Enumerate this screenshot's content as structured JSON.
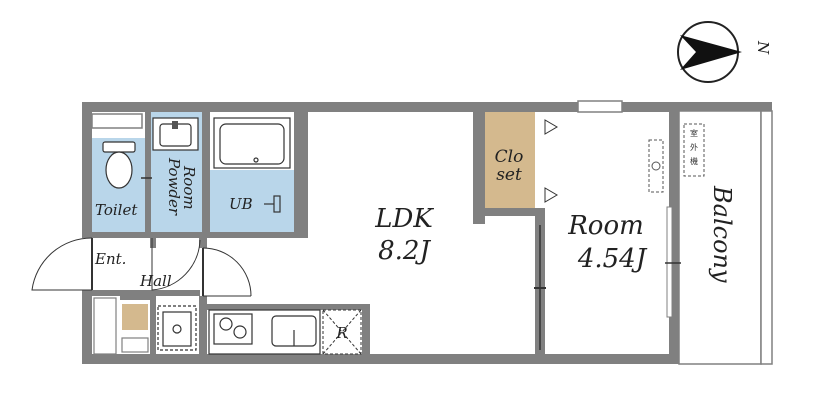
{
  "rooms": {
    "toilet": "Toilet",
    "powder_room": "Powder\nRoom",
    "ub": "UB",
    "entrance": "Ent.",
    "hall": "Hall",
    "ldk": "LDK",
    "ldk_size": "8.2J",
    "closet": "Clo\nset",
    "room": "Room",
    "room_size": "4.54J",
    "balcony": "Balcony",
    "refrigerator": "R"
  },
  "outdoor_unit_label": "室外機",
  "compass_label": "N",
  "colors": {
    "wall": "#808080",
    "wet_area": "#b9d6ea",
    "closet": "#d4b98e",
    "storage": "#d4b98e"
  }
}
